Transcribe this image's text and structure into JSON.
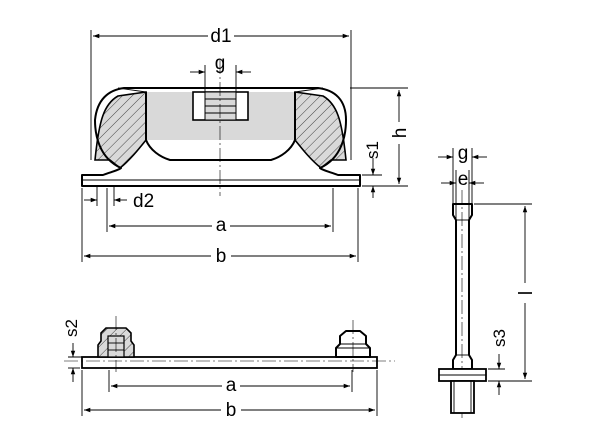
{
  "labels": {
    "d1": "d1",
    "g": "g",
    "h": "h",
    "s1": "s1",
    "d2": "d2",
    "a": "a",
    "b": "b",
    "e": "e",
    "l": "l",
    "s3": "s3",
    "s2": "s2"
  },
  "colors": {
    "line": "#000000",
    "rubber_fill": "#d9d9d9",
    "background": "#ffffff"
  }
}
